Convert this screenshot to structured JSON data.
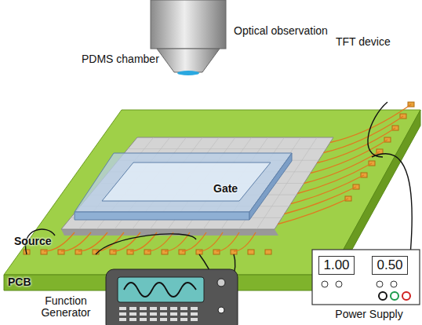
{
  "diagram": {
    "nodes": [
      {
        "text": [
          "Power Supply"
        ]
      },
      {
        "text": [
          "1.00"
        ],
        "in": 0
      },
      {
        "text": [
          "0.50"
        ],
        "in": 0
      }
    ],
    "labels": [
      "Optical observation",
      "TFT device",
      "PDMS chamber",
      "Gate",
      "Source",
      "PCB",
      "Function Generator"
    ]
  }
}
